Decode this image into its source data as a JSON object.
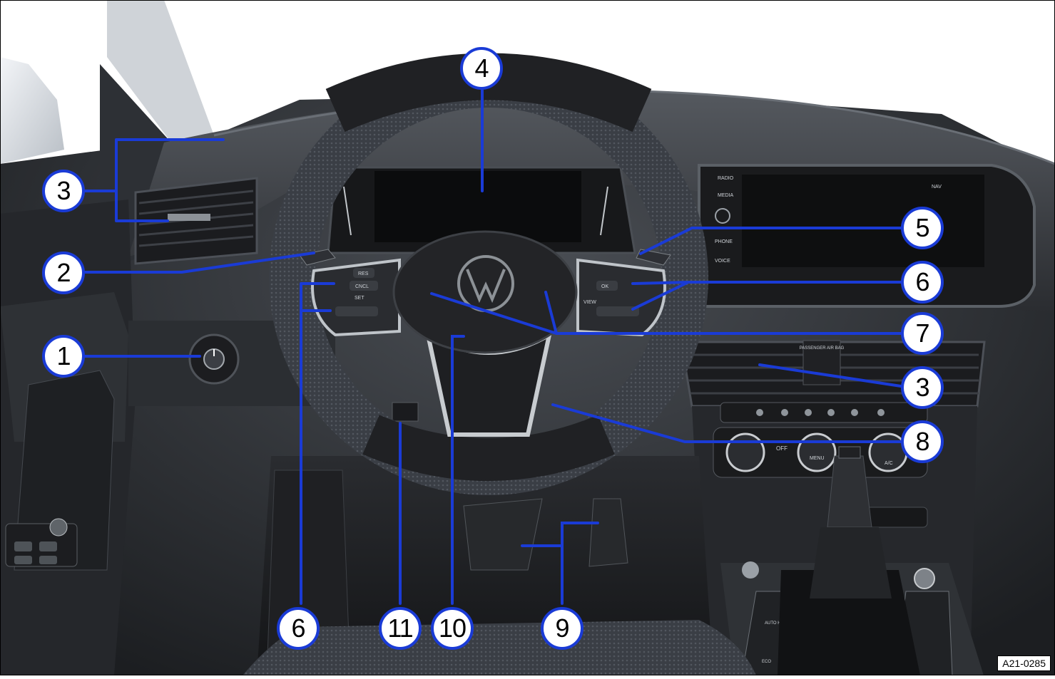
{
  "callouts": [
    {
      "id": "c1",
      "label": "1"
    },
    {
      "id": "c2",
      "label": "2"
    },
    {
      "id": "c3a",
      "label": "3"
    },
    {
      "id": "c3b",
      "label": "3"
    },
    {
      "id": "c4",
      "label": "4"
    },
    {
      "id": "c5",
      "label": "5"
    },
    {
      "id": "c6a",
      "label": "6"
    },
    {
      "id": "c6b",
      "label": "6"
    },
    {
      "id": "c7",
      "label": "7"
    },
    {
      "id": "c8",
      "label": "8"
    },
    {
      "id": "c9",
      "label": "9"
    },
    {
      "id": "c10",
      "label": "10"
    },
    {
      "id": "c11",
      "label": "11"
    }
  ],
  "reference_code": "A21-0285",
  "infotainment_buttons": {
    "radio": "RADIO",
    "media": "MEDIA",
    "phone": "PHONE",
    "voice": "VOICE",
    "nav": "NAV"
  },
  "wheel_buttons": {
    "res": "RES",
    "cncl": "CNCL",
    "set": "SET",
    "ok": "OK",
    "view": "VIEW"
  },
  "airbag_label": "PASSENGER AIR BAG",
  "climate_buttons": {
    "off": "OFF",
    "menu": "MENU",
    "ac": "A/C",
    "auto": "AUTO",
    "eco": "ECO"
  },
  "colors": {
    "callout_border": "#1a3bd6",
    "leader_line": "#1a3bd6",
    "interior": "#2b2e33"
  }
}
